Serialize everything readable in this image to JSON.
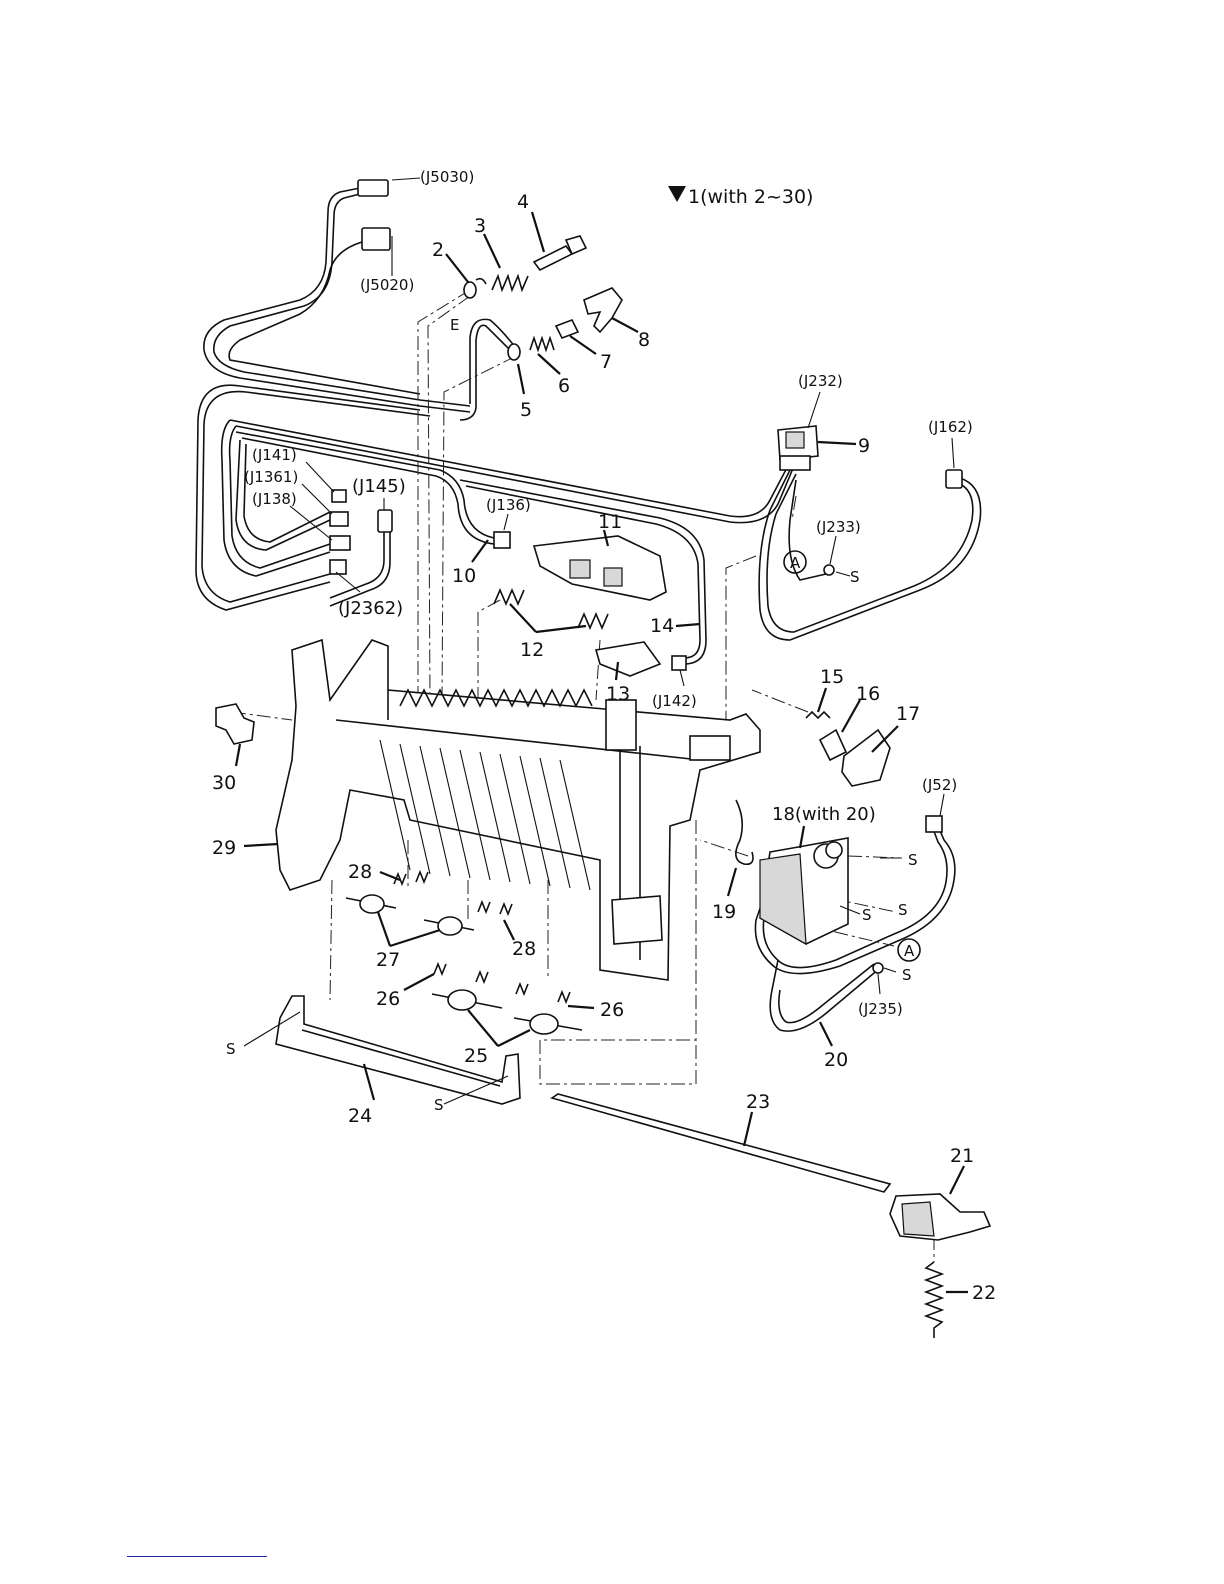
{
  "header": {
    "assembly": "1(with 2~30)"
  },
  "callouts": {
    "c2": "2",
    "c3": "3",
    "c4": "4",
    "c5": "5",
    "c6": "6",
    "c7": "7",
    "c8": "8",
    "c9": "9",
    "c10": "10",
    "c11": "11",
    "c12": "12",
    "c13": "13",
    "c14": "14",
    "c15": "15",
    "c16": "16",
    "c17": "17",
    "c18": "18(with 20)",
    "c19": "19",
    "c20": "20",
    "c21": "21",
    "c22": "22",
    "c23": "23",
    "c24": "24",
    "c25": "25",
    "c26a": "26",
    "c26b": "26",
    "c27": "27",
    "c28a": "28",
    "c28b": "28",
    "c29": "29",
    "c30": "30"
  },
  "connectors": {
    "j5030": "(J5030)",
    "j5020": "(J5020)",
    "j232": "(J232)",
    "j162": "(J162)",
    "j141": "(J141)",
    "j1361": "(J1361)",
    "j138": "(J138)",
    "j145": "(J145)",
    "j136": "(J136)",
    "j233": "(J233)",
    "j2362": "(J2362)",
    "j142": "(J142)",
    "j52": "(J52)",
    "j235": "(J235)"
  },
  "markers": {
    "e": "E",
    "a1": "A",
    "a2": "A",
    "s1": "S",
    "s2": "S",
    "s3": "S",
    "s4": "S",
    "s5": "S",
    "s6": "S",
    "s7": "S"
  }
}
